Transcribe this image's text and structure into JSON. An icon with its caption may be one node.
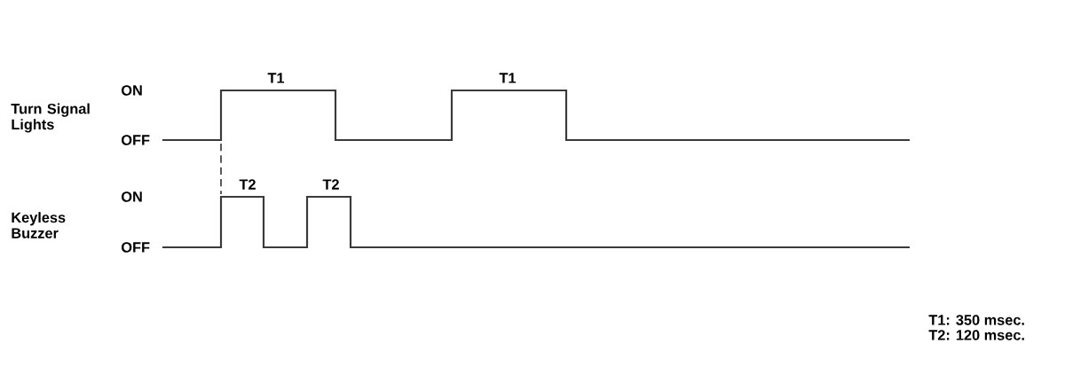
{
  "diagram": {
    "labels": [
      "T1",
      "T1",
      "ON",
      "Turn Signal Lights",
      "OFF",
      "T2",
      "T2",
      "ON",
      "Keyless Buzzer",
      "OFF",
      "T1: 350 msec.",
      "T2: 120 msec."
    ]
  }
}
